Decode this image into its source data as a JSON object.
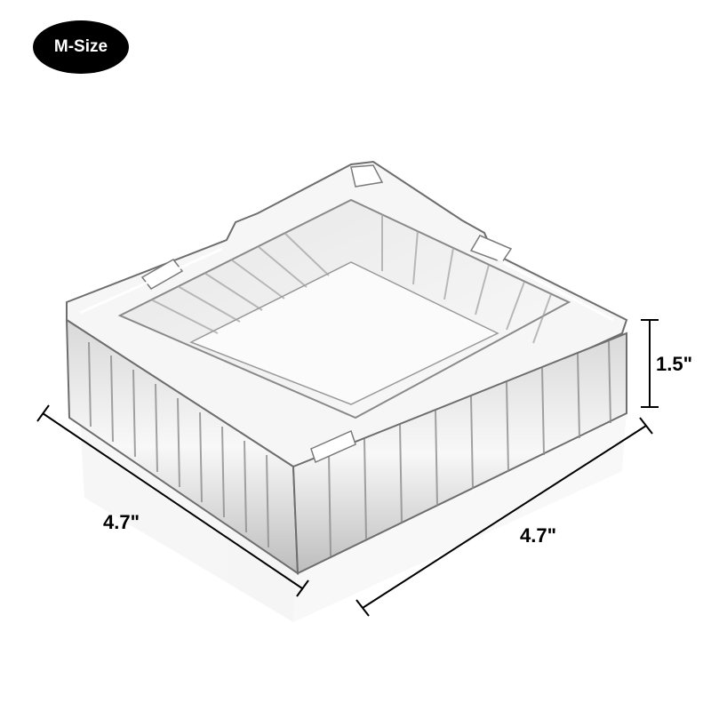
{
  "badge": {
    "label": "M-Size"
  },
  "dimensions": {
    "width_label": "4.7\"",
    "depth_label": "4.7\"",
    "height_label": "1.5\""
  },
  "product": {
    "icon": "glass-ashtray-icon"
  },
  "colors": {
    "badge_bg": "#000000",
    "badge_text": "#ffffff",
    "line": "#000000",
    "glass_edge": "#6e6e6e",
    "glass_fill": "#f3f3f3"
  }
}
